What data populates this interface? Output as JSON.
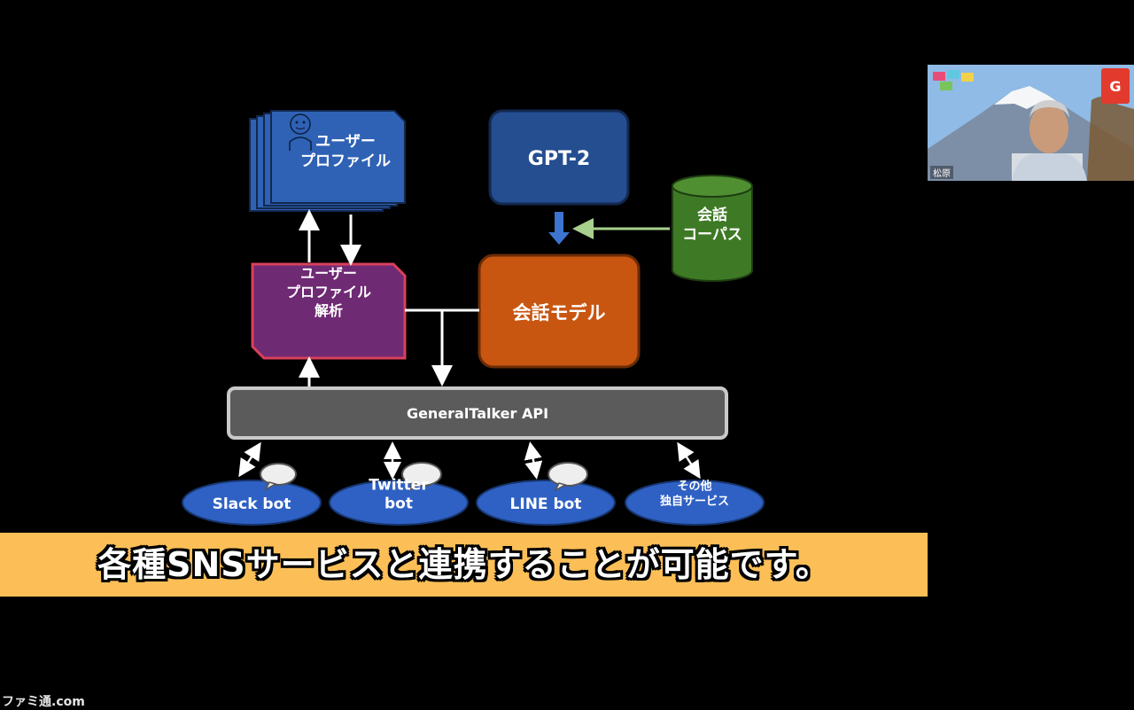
{
  "diagram": {
    "user_profile": "ユーザー\nプロファイル",
    "gpt2": "GPT-2",
    "corpus": "会話\nコーパス",
    "profile_analysis": "ユーザー\nプロファイル\n解析",
    "conversation_model": "会話モデル",
    "api": "GeneralTalker API",
    "bots": [
      "Slack bot",
      "Twitter\nbot",
      "LINE bot",
      "その他\n独自サービス"
    ]
  },
  "caption": "各種SNSサービスと連携することが可能です。",
  "webcam": {
    "speaker_name": "松原"
  },
  "watermark": "ファミ通.com",
  "colors": {
    "profile_blue": "#2f62b5",
    "gpt_navy": "#254e91",
    "corpus_green": "#3e7a25",
    "analysis_purple": "#6f2a74",
    "analysis_border": "#d9405a",
    "model_orange": "#c85611",
    "api_gray": "#5b5b5b",
    "bot_blue": "#2f61c4",
    "caption_bg": "#fcbf57",
    "arrow_blue": "#3c74d0",
    "arrow_green": "#a8cf8c"
  }
}
